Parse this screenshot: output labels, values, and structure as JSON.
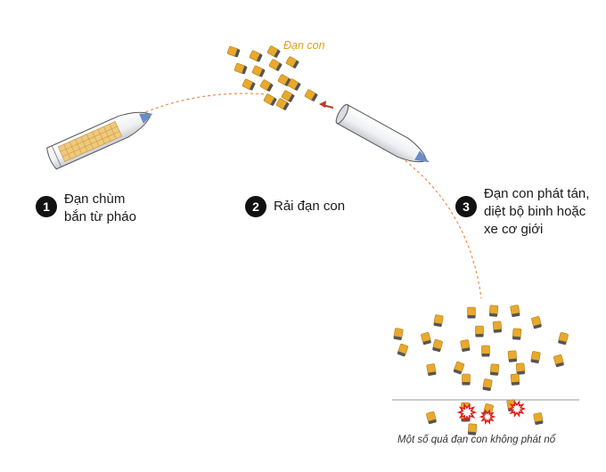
{
  "labels": {
    "submunitions": "Đạn con",
    "duds_caption": "Một số quả đạn con không phát nổ"
  },
  "steps": [
    {
      "number": "1",
      "text": "Đạn chùm\nbắn từ pháo"
    },
    {
      "number": "2",
      "text": "Rải đạn con"
    },
    {
      "number": "3",
      "text": "Đạn con phát tán,\ndiệt bộ binh hoặc\nxe cơ giới"
    }
  ],
  "colors": {
    "submunition_body": "#e8a92c",
    "submunition_dark": "#555555",
    "trajectory": "#ef8a4a",
    "shell_body": "#f4f4f6",
    "shell_tip": "#6b8cc7",
    "explosion": "#e0201e",
    "ground": "#999999",
    "label_accent": "#e0a21a"
  },
  "icons": {
    "shell": "artillery-shell-icon",
    "submunition": "submunition-icon",
    "explosion": "explosion-icon"
  }
}
